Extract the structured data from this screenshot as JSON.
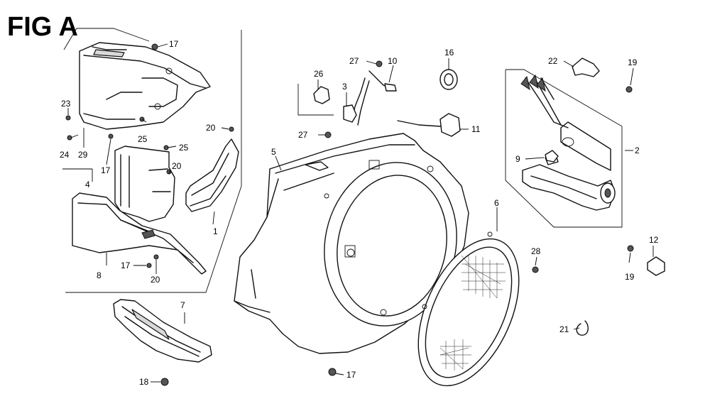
{
  "figure": {
    "title": "FIG A"
  },
  "callouts": [
    {
      "id": "c1",
      "text": "1"
    },
    {
      "id": "c2",
      "text": "2"
    },
    {
      "id": "c3",
      "text": "3"
    },
    {
      "id": "c4",
      "text": "4"
    },
    {
      "id": "c5",
      "text": "5"
    },
    {
      "id": "c6",
      "text": "6"
    },
    {
      "id": "c7",
      "text": "7"
    },
    {
      "id": "c8",
      "text": "8"
    },
    {
      "id": "c9",
      "text": "9"
    },
    {
      "id": "c10",
      "text": "10"
    },
    {
      "id": "c11",
      "text": "11"
    },
    {
      "id": "c12",
      "text": "12"
    },
    {
      "id": "c16",
      "text": "16"
    },
    {
      "id": "c17a",
      "text": "17"
    },
    {
      "id": "c17b",
      "text": "17"
    },
    {
      "id": "c17c",
      "text": "17"
    },
    {
      "id": "c17d",
      "text": "17"
    },
    {
      "id": "c18",
      "text": "18"
    },
    {
      "id": "c19a",
      "text": "19"
    },
    {
      "id": "c19b",
      "text": "19"
    },
    {
      "id": "c20a",
      "text": "20"
    },
    {
      "id": "c20b",
      "text": "20"
    },
    {
      "id": "c20c",
      "text": "20"
    },
    {
      "id": "c21",
      "text": "21"
    },
    {
      "id": "c22",
      "text": "22"
    },
    {
      "id": "c23",
      "text": "23"
    },
    {
      "id": "c24",
      "text": "24"
    },
    {
      "id": "c25a",
      "text": "25"
    },
    {
      "id": "c25b",
      "text": "25"
    },
    {
      "id": "c26",
      "text": "26"
    },
    {
      "id": "c27a",
      "text": "27"
    },
    {
      "id": "c27b",
      "text": "27"
    },
    {
      "id": "c28",
      "text": "28"
    },
    {
      "id": "c29",
      "text": "29"
    }
  ]
}
